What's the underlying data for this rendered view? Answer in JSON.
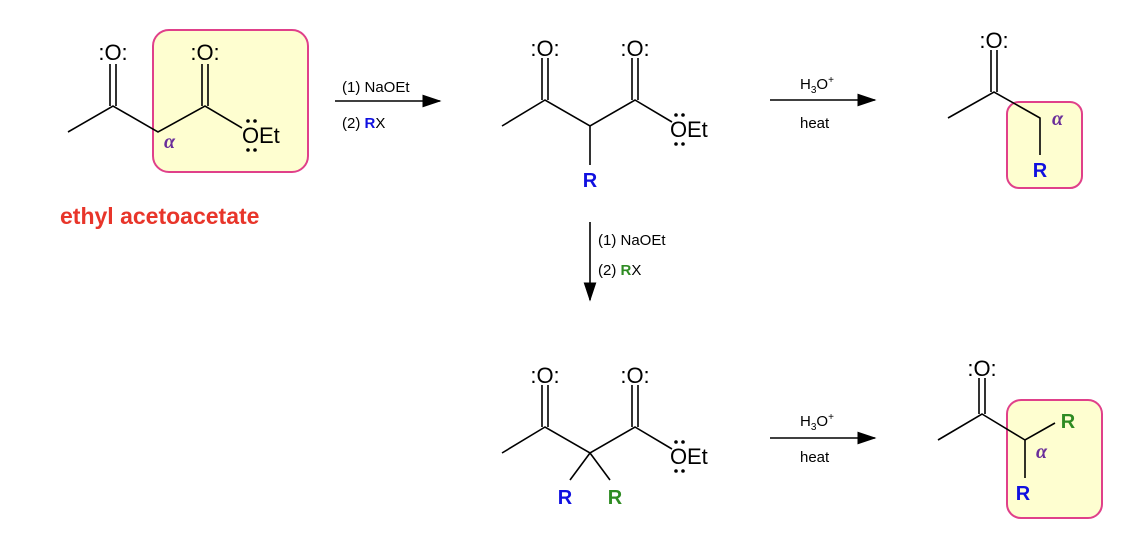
{
  "title": "ethyl acetoacetate",
  "atoms": {
    "oxygen": ":O:",
    "oxygen_ester": "O",
    "ethyl": "Et",
    "r": "R",
    "alpha": "α"
  },
  "step1": {
    "line1": "(1) NaOEt",
    "line2_prefix": "(2) ",
    "line2_r": "R",
    "line2_x": "X"
  },
  "step2": {
    "line1": "(1) NaOEt",
    "line2_prefix": "(2) ",
    "line2_r": "R",
    "line2_x": "X"
  },
  "hydrolysis": {
    "reagent": "H",
    "sub": "3",
    "o": "O",
    "sup": "+",
    "condition": "heat"
  },
  "colors": {
    "r_first": "#1010e0",
    "r_second": "#2e8b22",
    "alpha": "#6a2e9a",
    "highlight_border": "#e0408a",
    "highlight_fill": "#fefed0",
    "title": "#e8352a"
  }
}
